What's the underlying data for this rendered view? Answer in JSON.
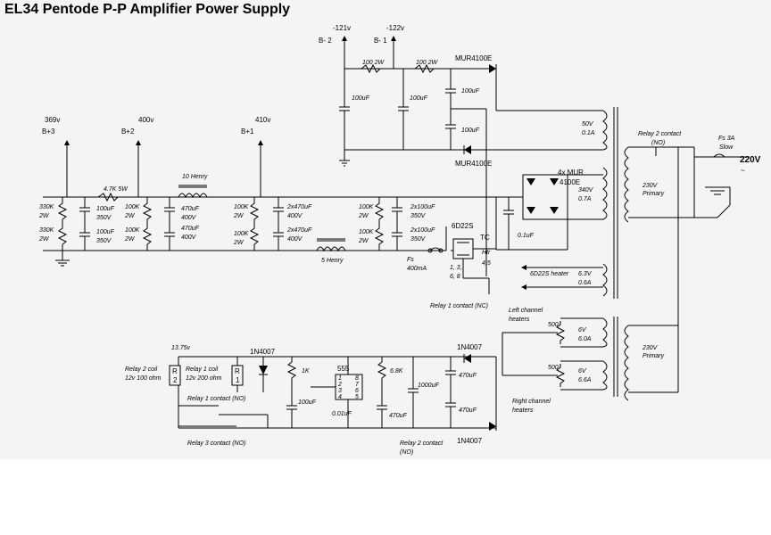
{
  "title": "EL34 Pentode P-P Amplifier Power Supply",
  "rails": {
    "b3": {
      "name": "B+3",
      "voltage": "369v"
    },
    "b2": {
      "name": "B+2",
      "voltage": "400v"
    },
    "b1": {
      "name": "B+1",
      "voltage": "410v"
    },
    "bn2": {
      "name": "B- 2",
      "voltage": "-121v"
    },
    "bn1": {
      "name": "B- 1",
      "voltage": "-122v"
    }
  },
  "components": {
    "r330k_a": "330K",
    "r330k_a_w": "2W",
    "r330k_b": "330K",
    "r330k_b_w": "2W",
    "c100_a": "100uF",
    "c100_a_v": "350V",
    "c100_b": "100uF",
    "c100_b_v": "350V",
    "r47k": "4.7K 5W",
    "r100k_a": "100K",
    "r100k_a_w": "2W",
    "r100k_b": "100K",
    "r100k_b_w": "2W",
    "choke10": "10 Henry",
    "c470_a": "470uF",
    "c470_a_v": "400V",
    "c470_b": "470uF",
    "c470_b_v": "400V",
    "r100k_c": "100K",
    "r100k_c_w": "2W",
    "r100k_d": "100K",
    "r100k_d_w": "2W",
    "c2x470_a": "2x470uF",
    "c2x470_a_v": "400V",
    "c2x470_b": "2x470uF",
    "c2x470_b_v": "400V",
    "choke5": "5 Henry",
    "r100k_e": "100K",
    "r100k_e_w": "2W",
    "r100k_f": "100K",
    "r100k_f_w": "2W",
    "c2x100_a": "2x100uF",
    "c2x100_a_v": "350V",
    "c2x100_b": "2x100uF",
    "c2x100_b_v": "350V",
    "fuse": "Fs",
    "fuse_val": "400mA",
    "tube": "6D22S",
    "tube_tc": "TC",
    "tube_htr": "Htr",
    "tube_pins_a": "4,5",
    "tube_pins_b": "1, 3,",
    "tube_pins_c": "6, 8",
    "relay1_nc": "Relay 1 contact (NC)",
    "c01": "0.1uF",
    "bridge": "4x MUR",
    "bridge_b": "4100E",
    "r_b1": "100 2W",
    "r_b2": "100 2W",
    "c_b1": "100uF",
    "c_b2": "100uF",
    "c_b3": "100uF",
    "c_b4": "100uF",
    "mur_top": "MUR4100E",
    "mur_bot": "MUR4100E"
  },
  "transformer1": {
    "s50": "50V",
    "s50i": "0.1A",
    "s340": "340V",
    "s340i": "0.7A",
    "primary": "230V",
    "primary_label": "Primary",
    "h63": "6.3V",
    "h63i": "0.6A",
    "heater_6d22s": "6D22S heater"
  },
  "mains": {
    "relay2": "Relay 2 contact",
    "relay2_nc": "(NO)",
    "fuse": "Fs 3A",
    "fuse_b": "Slow",
    "voltage": "220V",
    "tilde": "~"
  },
  "transformer2": {
    "primary": "230V",
    "primary_label": "Primary",
    "s6a": "6V",
    "s6ai": "6.0A",
    "s6b": "6V",
    "s6bi": "6.6A",
    "pot_a": "500",
    "pot_b": "500",
    "left": "Left channel",
    "left_b": "heaters",
    "right": "Right channel",
    "right_b": "heaters"
  },
  "timer": {
    "v": "13.75v",
    "relay2_coil": "Relay 2 coil",
    "relay2_coil_b": "12v 100 ohm",
    "relay1_coil": "Relay 1 coil",
    "relay1_coil_b": "12v 200 ohm",
    "r_label": "R",
    "r1": "1",
    "r2": "2",
    "d1": "1N4007",
    "d2": "1N4007",
    "d3": "1N4007",
    "r1k": "1K",
    "c100": "100uF",
    "ic": "555",
    "c001": "0.01uF",
    "r68k": "6.8K",
    "c470": "470uF",
    "c1000": "1000uF",
    "c470b": "470uF",
    "c470c": "470uF",
    "relay1_no": "Relay 1 contact (NO)",
    "relay3_no": "Relay 3 contact (NO)",
    "relay2_no": "Relay 2 contact",
    "relay2_no_b": "(NO)",
    "pins_l": [
      "1",
      "2",
      "3",
      "4"
    ],
    "pins_r": [
      "8",
      "7",
      "6",
      "5"
    ]
  }
}
